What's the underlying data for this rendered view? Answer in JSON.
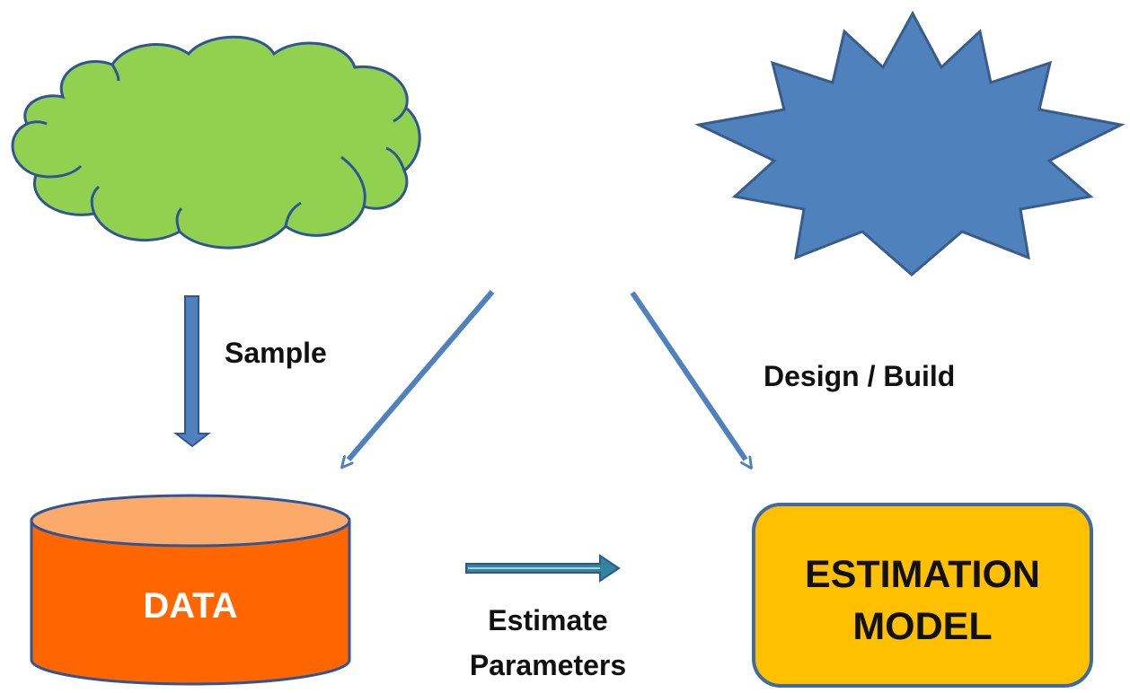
{
  "labels": {
    "sample": "Sample",
    "design_build": "Design / Build",
    "estimate_line1": "Estimate",
    "estimate_line2": "Parameters"
  },
  "nodes": {
    "data": "DATA",
    "model_line1": "ESTIMATION",
    "model_line2": "MODEL"
  },
  "colors": {
    "cloud_fill": "#92d050",
    "cloud_stroke": "#2f5597",
    "star_fill": "#4f81bd",
    "star_stroke": "#385d8a",
    "cylinder_body": "#ff6600",
    "cylinder_top": "#fbaa6a",
    "cylinder_stroke": "#2f5597",
    "model_fill": "#ffc000",
    "model_stroke": "#3e6aa6",
    "arrow": "#4f81bd",
    "arrow_dark": "#31859c"
  }
}
